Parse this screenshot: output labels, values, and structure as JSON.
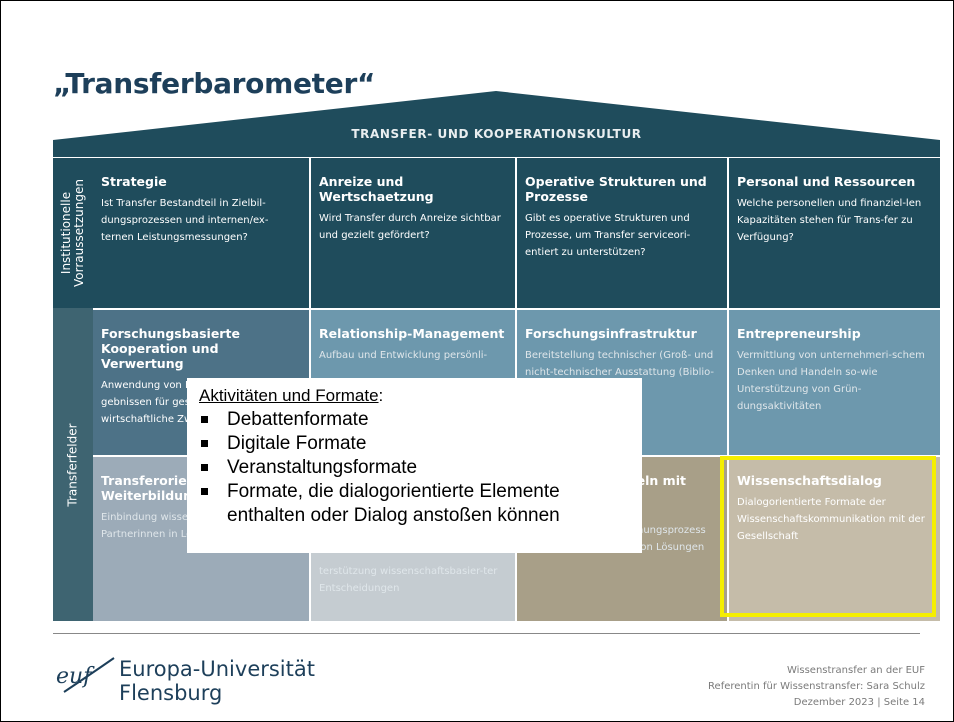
{
  "title": "„Transferbarometer“",
  "roof_label": "TRANSFER- UND KOOPERATIONSKULTUR",
  "side": {
    "top_line1": "Institutionelle",
    "top_line2": "Vorraussetzungen",
    "bottom": "Transferfelder"
  },
  "colors": {
    "dark_teal": "#1f4c5c",
    "mid_blue": "#4d7287",
    "light_blue": "#6d98ad",
    "grey_blue": "#9cabb8",
    "light_grey": "#c5ccd1",
    "khaki": "#a89f88",
    "beige": "#c5bca9",
    "highlight_yellow": "#f5ee00"
  },
  "row1": [
    {
      "title": "Strategie",
      "text": "Ist Transfer Bestandteil in Zielbil-dungsprozessen und internen/ex-ternen Leistungsmessungen?"
    },
    {
      "title": "Anreize und Wertschaetzung",
      "text": "Wird Transfer durch Anreize sichtbar und gezielt gefördert?"
    },
    {
      "title": "Operative Strukturen und Prozesse",
      "text": "Gibt es operative Strukturen und Prozesse, um Transfer serviceori-entiert zu unterstützen?"
    },
    {
      "title": "Personal und Ressourcen",
      "text": "Welche personellen und finanziel-len Kapazitäten stehen für Trans-fer zu Verfügung?"
    }
  ],
  "row2": [
    {
      "title": "Forschungsbasierte Kooperation und Verwertung",
      "text": "Anwendung von Forschungser-gebnissen für gesellschaftliche und wirtschaftliche Zwecke"
    },
    {
      "title": "Relationship-Management",
      "text": "Aufbau und Entwicklung persönli-"
    },
    {
      "title": "Forschungsinfrastruktur",
      "text": "Bereitstellung technischer (Groß- und nicht-technischer Ausstattung (Biblio-"
    },
    {
      "title": "Entrepreneurship",
      "text": "Vermittlung von unternehmeri-schem Denken und Handeln so-wie Unterstützung von Grün-dungsaktivitäten"
    }
  ],
  "row3": [
    {
      "title": "Transferorientierte Weiterbildung",
      "text": "Einbindung wissenschaftlicher Partnerinnen in Lehr- und Lernformate"
    },
    {
      "title": "",
      "text": "terstützung wissenschaftsbasier-ter Entscheidungen"
    },
    {
      "title": "ickeln mit",
      "text": "aftlicher Ak- am For-schungsprozess und der Entwick-lung von Lösungen"
    },
    {
      "title": "Wissenschaftsdialog",
      "text": "Dialogorientierte Formate der Wissenschaftskommunikation mit der Gesellschaft"
    }
  ],
  "overlay": {
    "heading": "Aktivitäten und Formate",
    "colon": ":",
    "items": [
      "Debattenformate",
      "Digitale Formate",
      "Veranstaltungsformate",
      "Formate, die dialogorientierte Elemente enthalten oder Dialog anstoßen können"
    ]
  },
  "logo": {
    "mark": "euf",
    "line1": "Europa-Universität",
    "line2": "Flensburg"
  },
  "footer": {
    "line1": "Wissenstransfer an der EUF",
    "line2": "Referentin für Wissenstransfer: Sara Schulz",
    "line3": "Dezember 2023 | Seite 14"
  }
}
